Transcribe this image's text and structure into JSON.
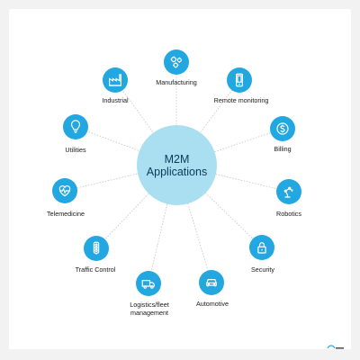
{
  "diagram": {
    "center_label": [
      "M2M",
      "Applications"
    ],
    "nodes": [
      {
        "key": "manufacturing",
        "label": "Manufacturing",
        "icon": "gears-icon"
      },
      {
        "key": "remote-monitoring",
        "label": "Remote monitoring",
        "icon": "smartphone-icon"
      },
      {
        "key": "billing",
        "label": "Billing",
        "icon": "dollar-icon"
      },
      {
        "key": "robotics",
        "label": "Robotics",
        "icon": "robot-arm-icon"
      },
      {
        "key": "security",
        "label": "Security",
        "icon": "lock-icon"
      },
      {
        "key": "automotive",
        "label": "Automotive",
        "icon": "car-icon"
      },
      {
        "key": "logistics",
        "label": [
          "Logistics/fleet",
          "management"
        ],
        "icon": "truck-icon"
      },
      {
        "key": "traffic-control",
        "label": "Traffic Control",
        "icon": "traffic-light-icon"
      },
      {
        "key": "telemedicine",
        "label": "Telemedicine",
        "icon": "heart-pulse-icon"
      },
      {
        "key": "utilities",
        "label": "Utilities",
        "icon": "light-bulb-icon"
      },
      {
        "key": "industrial",
        "label": "Industrial",
        "icon": "factory-icon"
      }
    ],
    "colors": {
      "node": "#22a7e0",
      "hub": "#aadff2",
      "line": "#c6c6c6"
    }
  }
}
